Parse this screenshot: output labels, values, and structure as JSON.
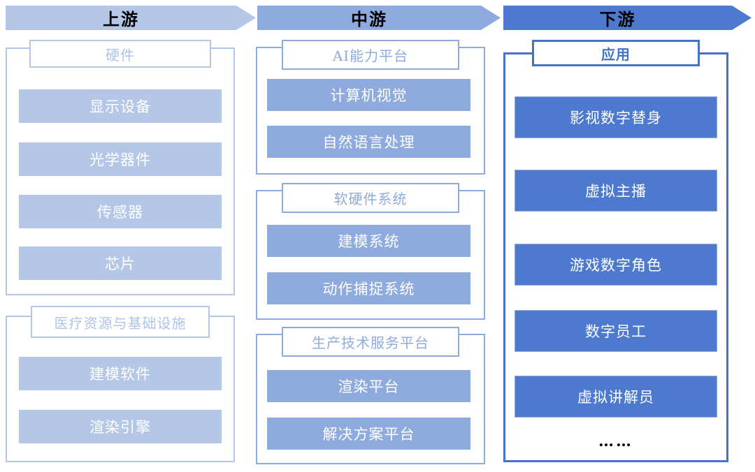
{
  "diagram": {
    "type": "industry-chain",
    "stages": [
      {
        "label": "上游"
      },
      {
        "label": "中游"
      },
      {
        "label": "下游"
      }
    ],
    "columns": [
      {
        "stage": "上游",
        "groups": [
          {
            "title": "硬件",
            "items": [
              "显示设备",
              "光学器件",
              "传感器",
              "芯片"
            ]
          },
          {
            "title": "医疗资源与基础设施",
            "items": [
              "建模软件",
              "渲染引擎"
            ]
          }
        ]
      },
      {
        "stage": "中游",
        "groups": [
          {
            "title": "AI能力平台",
            "items": [
              "计算机视觉",
              "自然语言处理"
            ]
          },
          {
            "title": "软硬件系统",
            "items": [
              "建模系统",
              "动作捕捉系统"
            ]
          },
          {
            "title": "生产技术服务平台",
            "items": [
              "渲染平台",
              "解决方案平台"
            ]
          }
        ]
      },
      {
        "stage": "下游",
        "groups": [
          {
            "title": "应用",
            "items": [
              "影视数字替身",
              "虚拟主播",
              "游戏数字角色",
              "数字员工",
              "虚拟讲解员"
            ],
            "more": "……"
          }
        ]
      }
    ],
    "colors": {
      "light_blue": "#b4c7e7",
      "medium_blue": "#8faadc",
      "dark_blue": "#4472c4",
      "dark_item_fill": "#4d7ace",
      "arrow_text": "#000000",
      "item_text": "#ffffff",
      "background": "#ffffff"
    }
  }
}
